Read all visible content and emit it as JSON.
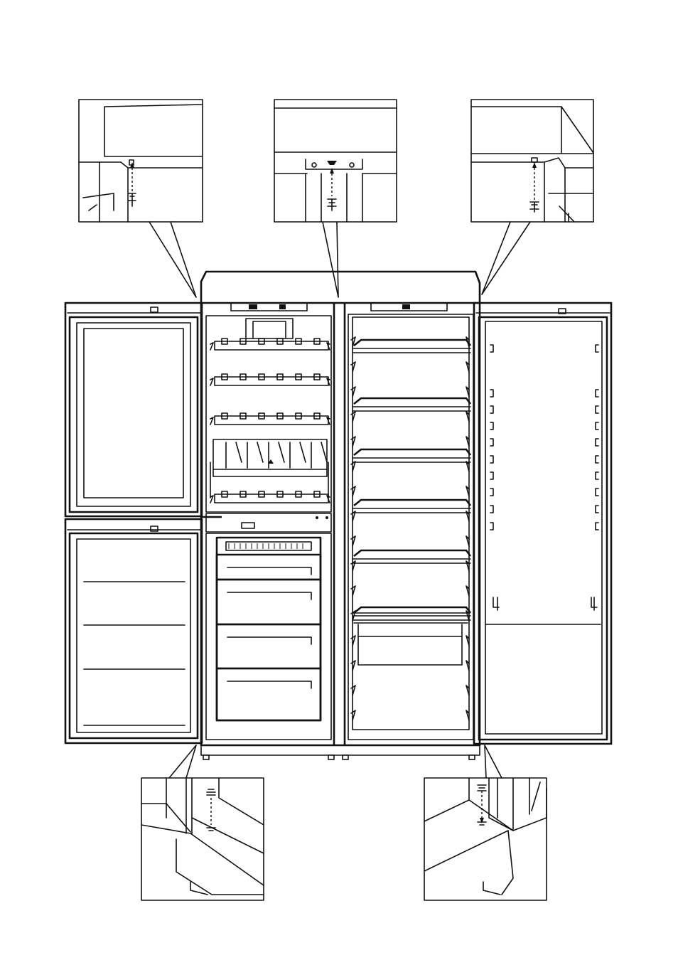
{
  "colors": {
    "ink": "#111111",
    "paper": "#ffffff"
  },
  "figure": {
    "callouts_top": [
      "left-door-top-hinge",
      "center-top-screw",
      "right-door-top-hinge"
    ],
    "callouts_bottom": [
      "left-door-bottom-hinge",
      "right-door-bottom-hinge"
    ],
    "sections": [
      "wine-cooler",
      "freezer",
      "refrigerator"
    ]
  }
}
